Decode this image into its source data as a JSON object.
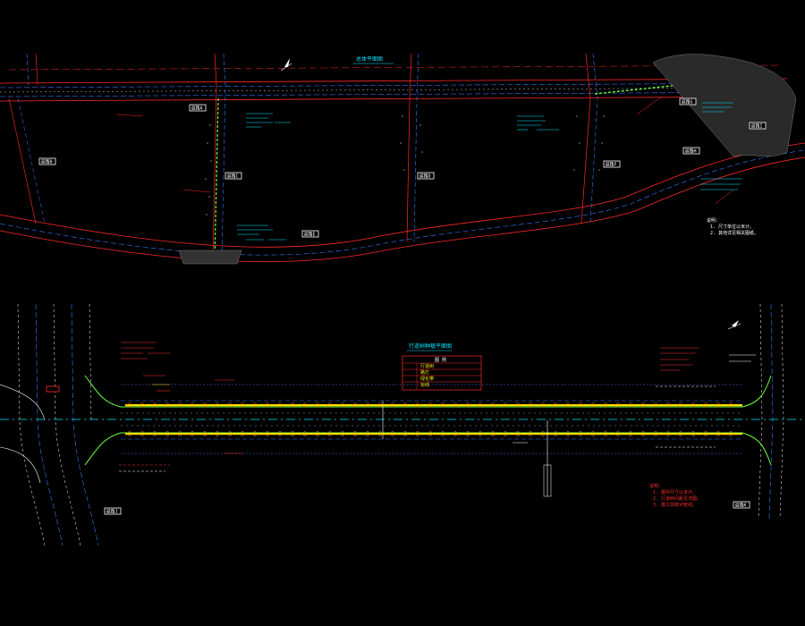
{
  "drawing": {
    "top_plan_title": "总体平面图",
    "bottom_plan_title": "行道树种植平面图",
    "top_tags": [
      "道路A",
      "道路B",
      "道路C",
      "道路D",
      "道路E",
      "道路F",
      "道路G",
      "道路H",
      "道路I"
    ],
    "bottom_tags": [
      "道路J",
      "道路K"
    ],
    "legend_header": "图 例",
    "legend_rows": [
      "行道树",
      "路灯",
      "绿化带",
      "标线"
    ],
    "notes_top": [
      "说明:",
      "1. 尺寸单位以米计。",
      "2. 其他详见相关图纸。"
    ],
    "notes_bottom": [
      "说明:",
      "1. 图中尺寸以米计。",
      "2. 行道树间距见详图。",
      "3. 施工前核对管线。"
    ]
  },
  "colors": {
    "background": "#000000",
    "road_edge": "#ff2a2a",
    "centerline": "#2f7bff",
    "annotation": "#00e5ff",
    "vegetation": "#ffe000",
    "landscape": "#6cff3d",
    "label_box": "#ffffff"
  }
}
